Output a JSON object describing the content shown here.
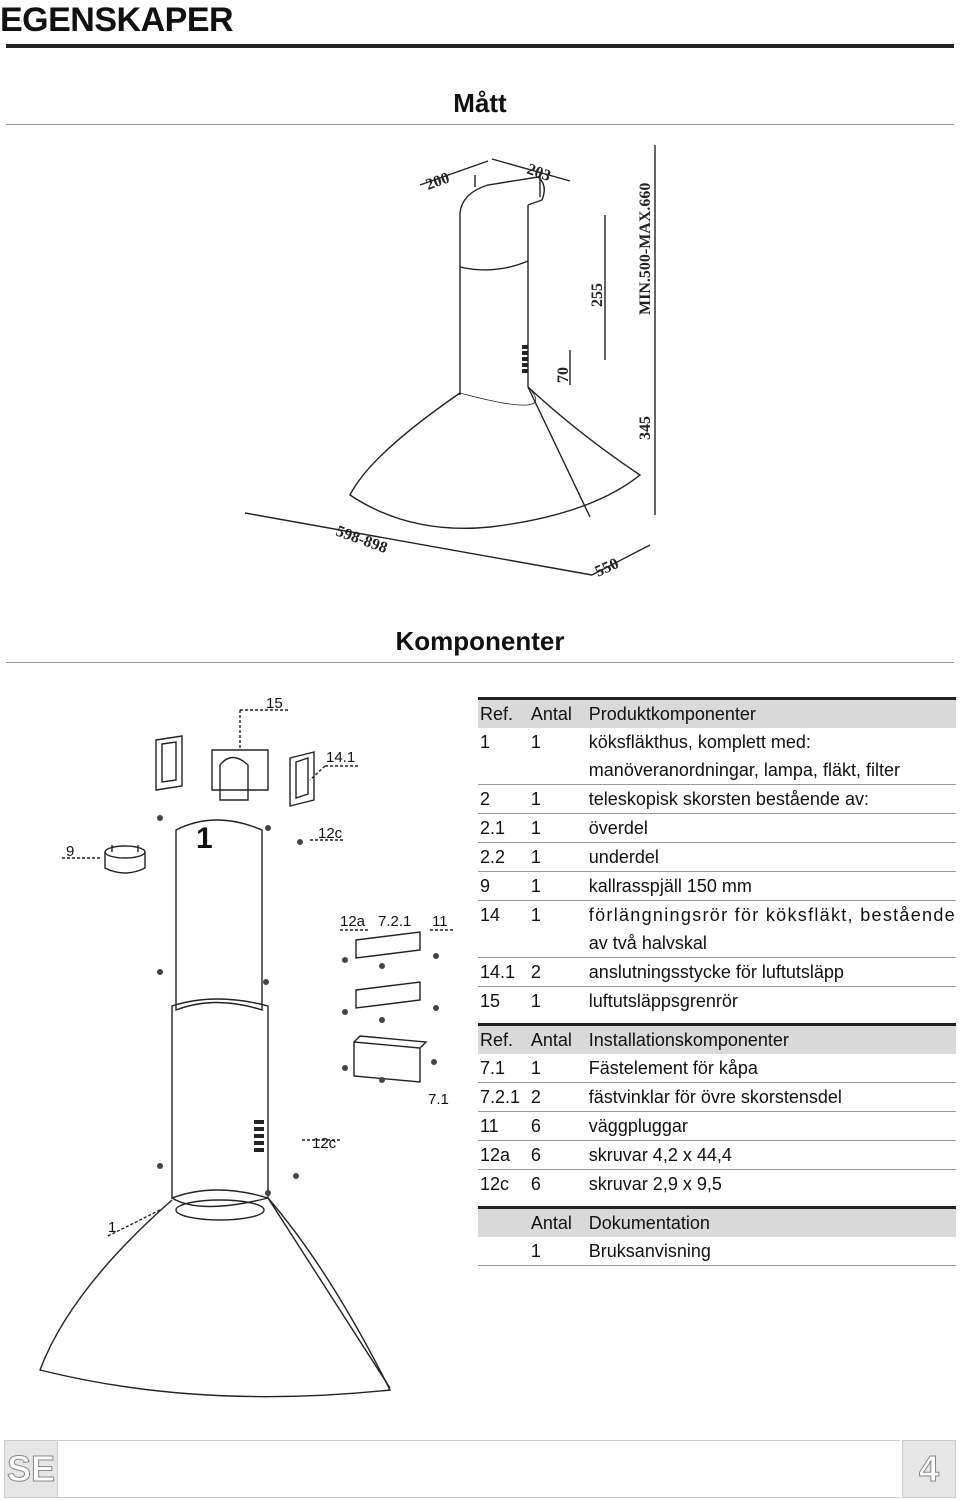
{
  "header": {
    "title": "EGENSKAPER"
  },
  "dimensions": {
    "title": "Mått",
    "labels": {
      "d200": "200",
      "d203": "203",
      "d255": "255",
      "d70": "70",
      "dminmax": "MIN.500-MAX.660",
      "d345": "345",
      "d598": "598-898",
      "d550": "550"
    }
  },
  "components": {
    "title": "Komponenter",
    "callouts": {
      "c15": "15",
      "c14_1": "14.1",
      "c12c_top": "12c",
      "c9": "9",
      "c12a": "12a",
      "c7_2_1": "7.2.1",
      "c11": "11",
      "c7_1": "7.1",
      "c12c_bottom": "12c",
      "c1": "1",
      "c1_small": "1"
    },
    "table": {
      "section1": {
        "headers": [
          "Ref.",
          "Antal",
          "Produktkomponenter"
        ],
        "rows": [
          {
            "ref": "1",
            "qty": "1",
            "desc": "köksfläkthus, komplett med:",
            "desc2": "manöveranordningar, lampa, fläkt, filter"
          },
          {
            "ref": "2",
            "qty": "1",
            "desc": "teleskopisk skorsten bestående av:"
          },
          {
            "ref": "2.1",
            "qty": "1",
            "desc": "överdel"
          },
          {
            "ref": "2.2",
            "qty": "1",
            "desc": "underdel"
          },
          {
            "ref": "9",
            "qty": "1",
            "desc": "kallrasspjäll 150 mm"
          },
          {
            "ref": "14",
            "qty": "1",
            "desc": "förlängningsrör för köksfläkt, bestående",
            "desc2": "av två halvskal"
          },
          {
            "ref": "14.1",
            "qty": "2",
            "desc": "anslutningsstycke för luftutsläpp"
          },
          {
            "ref": "15",
            "qty": "1",
            "desc": "luftutsläppsgrenrör"
          }
        ]
      },
      "section2": {
        "headers": [
          "Ref.",
          "Antal",
          "Installationskomponenter"
        ],
        "rows": [
          {
            "ref": "7.1",
            "qty": "1",
            "desc": "Fästelement för kåpa"
          },
          {
            "ref": "7.2.1",
            "qty": "2",
            "desc": "fästvinklar för övre skorstensdel"
          },
          {
            "ref": "11",
            "qty": "6",
            "desc": "väggpluggar"
          },
          {
            "ref": "12a",
            "qty": "6",
            "desc": "skruvar 4,2 x 44,4"
          },
          {
            "ref": "12c",
            "qty": "6",
            "desc": "skruvar 2,9 x 9,5"
          }
        ]
      },
      "section3": {
        "headers": [
          "",
          "Antal",
          "Dokumentation"
        ],
        "rows": [
          {
            "ref": "",
            "qty": "1",
            "desc": "Bruksanvisning"
          }
        ]
      }
    }
  },
  "footer": {
    "lang": "SE",
    "page": "4"
  }
}
